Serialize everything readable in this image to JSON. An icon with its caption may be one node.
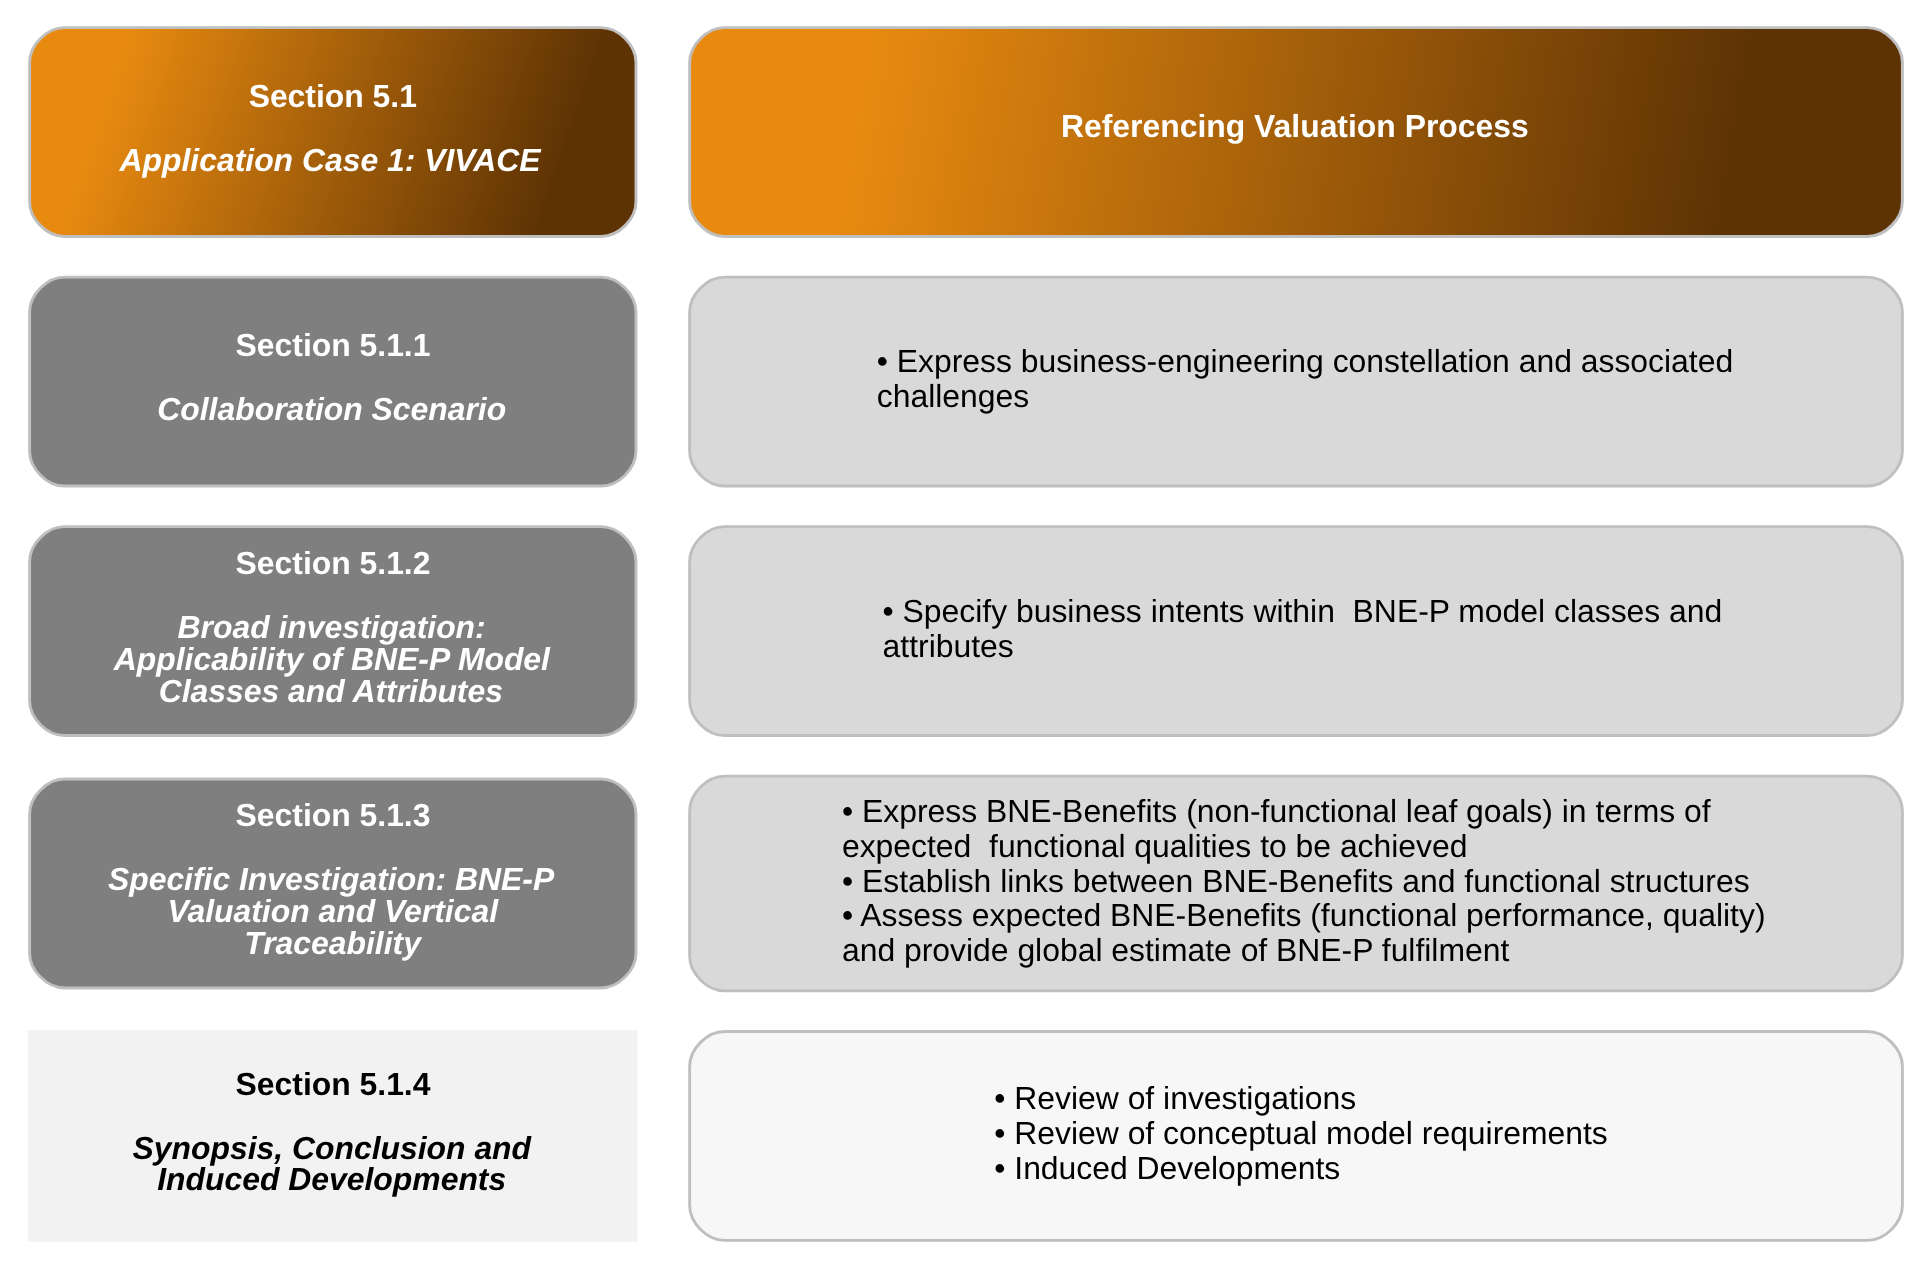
{
  "diagram": {
    "nodes": [
      {
        "text": [
          "Section 5.1",
          "Application Case 1: VIVACE"
        ]
      },
      {
        "text": [
          "Referencing Valuation Process"
        ]
      },
      {
        "text": [
          "Section 5.1.1",
          "Collaboration Scenario"
        ]
      },
      {
        "text": [
          "• Express business-engineering constellation and associated challenges"
        ]
      },
      {
        "text": [
          "Section 5.1.2",
          "Broad investigation: Applicability of BNE-P Model Classes and Attributes"
        ]
      },
      {
        "text": [
          "• Specify business intents within  BNE-P model classes and attributes"
        ]
      },
      {
        "text": [
          "Section 5.1.3",
          "Specific Investigation: BNE-P Valuation and Vertical Traceability"
        ]
      },
      {
        "text": [
          "• Express BNE-Benefits (non-functional leaf goals) in terms of expected  functional qualities to be achieved",
          "• Establish links between BNE-Benefits and functional structures",
          "• Assess expected BNE-Benefits (functional performance, quality) and provide global estimate of BNE-P fulfilment"
        ]
      },
      {
        "text": [
          "Section 5.1.4",
          "Synopsis, Conclusion and Induced Developments"
        ]
      },
      {
        "text": [
          "• Review of investigations",
          "• Review of conceptual model requirements",
          "• Induced Developments"
        ]
      }
    ]
  }
}
